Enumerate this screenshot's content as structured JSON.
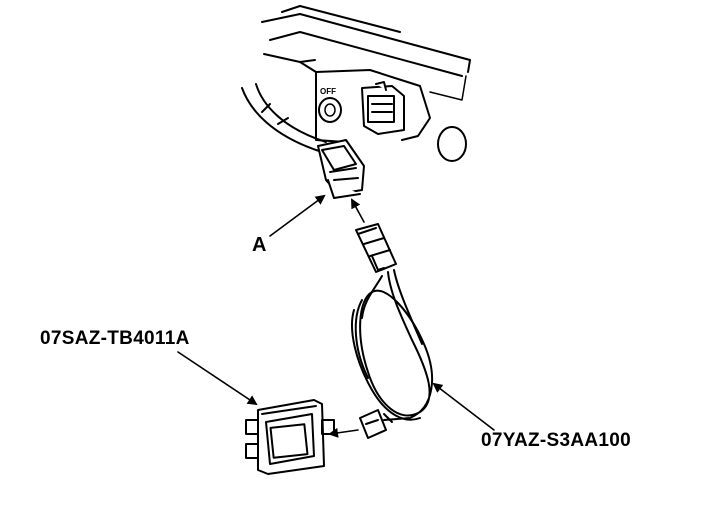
{
  "labels": {
    "part_a": "A",
    "tool_part": "07SAZ-TB4011A",
    "cable_part": "07YAZ-S3AA100",
    "switch_marking": "OFF"
  },
  "colors": {
    "ink": "#000000",
    "background": "#ffffff"
  }
}
